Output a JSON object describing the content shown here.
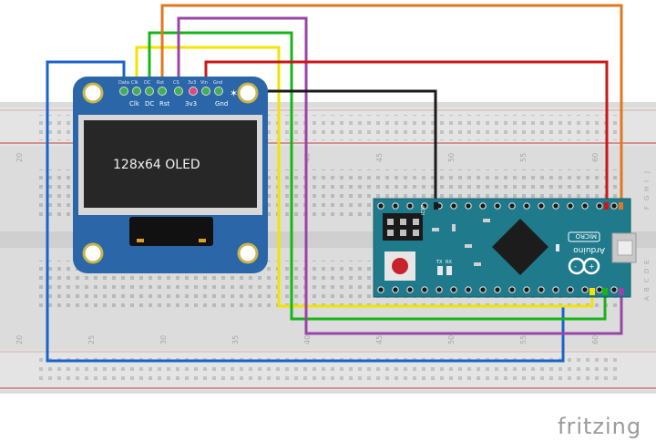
{
  "oled": {
    "screen_text": "128x64 OLED",
    "pins": [
      "Data",
      "Clk",
      "DC",
      "Rst",
      "CS",
      "3v3",
      "Vin",
      "Gnd"
    ],
    "lower_labels": [
      "Clk",
      "DC",
      "Rst",
      "3v3",
      "Gnd"
    ]
  },
  "breadboard": {
    "column_numbers": [
      "20",
      "25",
      "30",
      "35",
      "40",
      "45",
      "50",
      "55",
      "60"
    ],
    "row_letters_top": [
      "J",
      "I",
      "H",
      "G",
      "F"
    ],
    "row_letters_bottom": [
      "E",
      "D",
      "C",
      "B",
      "A"
    ]
  },
  "arduino": {
    "name": "Arduino",
    "model": "MICRO",
    "icsp_label": "ICSP",
    "tx_label": "TX",
    "rx_label": "RX"
  },
  "brand": {
    "watermark": "fritzing"
  },
  "wire_colors": {
    "blue": "#1a64c8",
    "yellow": "#f0e400",
    "green": "#18b418",
    "orange": "#e07820",
    "purple": "#9a44a8",
    "red": "#c81818",
    "black": "#1a1a1a"
  }
}
